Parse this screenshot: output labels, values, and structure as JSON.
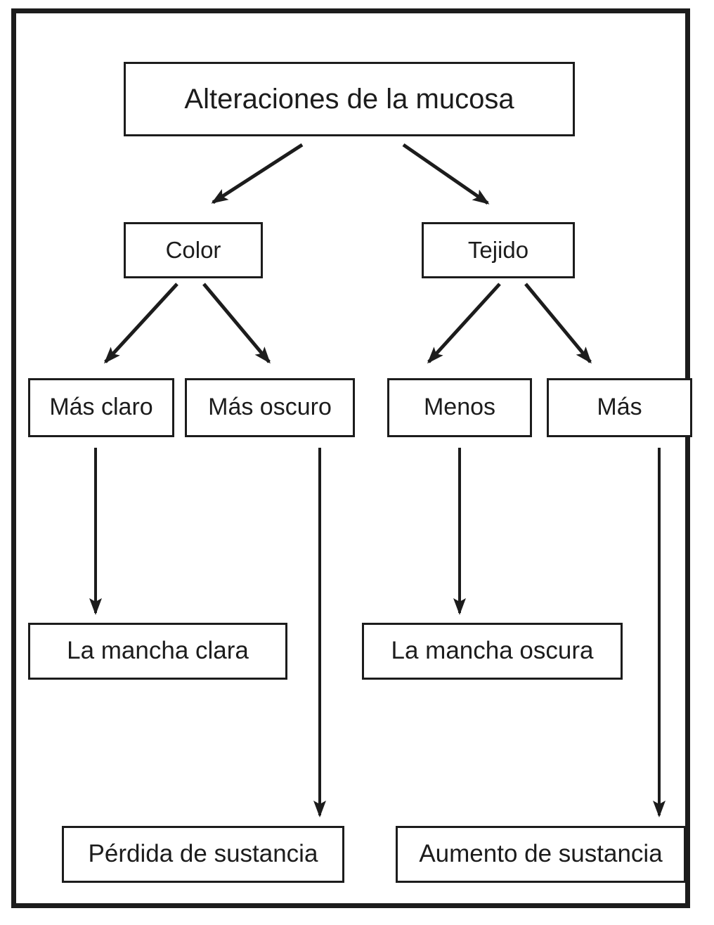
{
  "diagram": {
    "title": "Alteraciones de la mucosa",
    "colors": {
      "line": "#1c1c1c",
      "background": "#ffffff"
    },
    "nodes": {
      "root": {
        "label": "Alteraciones de la mucosa"
      },
      "color": {
        "label": "Color"
      },
      "tejido": {
        "label": "Tejido"
      },
      "mas_claro": {
        "label": "Más claro"
      },
      "mas_oscuro": {
        "label": "Más oscuro"
      },
      "menos": {
        "label": "Menos"
      },
      "mas": {
        "label": "Más"
      },
      "mancha_clara": {
        "label": "La mancha clara"
      },
      "mancha_oscura": {
        "label": "La mancha oscura"
      },
      "perdida": {
        "label": "Pérdida de sustancia"
      },
      "aumento": {
        "label": "Aumento de sustancia"
      }
    },
    "edges": [
      {
        "from": "root",
        "to": "color"
      },
      {
        "from": "root",
        "to": "tejido"
      },
      {
        "from": "color",
        "to": "mas_claro"
      },
      {
        "from": "color",
        "to": "mas_oscuro"
      },
      {
        "from": "tejido",
        "to": "menos"
      },
      {
        "from": "tejido",
        "to": "mas"
      },
      {
        "from": "mas_claro",
        "to": "mancha_clara"
      },
      {
        "from": "mas_oscuro",
        "to": "perdida"
      },
      {
        "from": "menos",
        "to": "mancha_oscura"
      },
      {
        "from": "mas",
        "to": "aumento"
      }
    ]
  }
}
